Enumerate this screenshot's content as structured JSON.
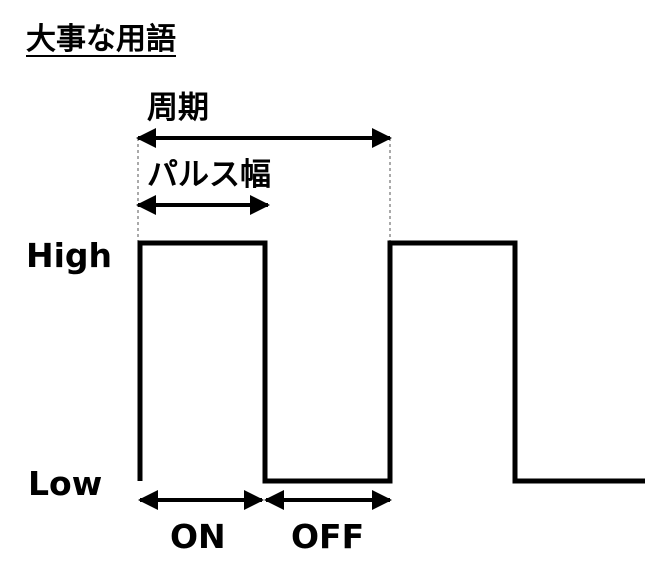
{
  "heading": "大事な用語",
  "labels": {
    "period": "周期",
    "pulse_width": "パルス幅",
    "high": "High",
    "low": "Low",
    "on": "ON",
    "off": "OFF"
  },
  "colors": {
    "signal": "#000000",
    "guide": "#555555",
    "background": "#ffffff"
  }
}
